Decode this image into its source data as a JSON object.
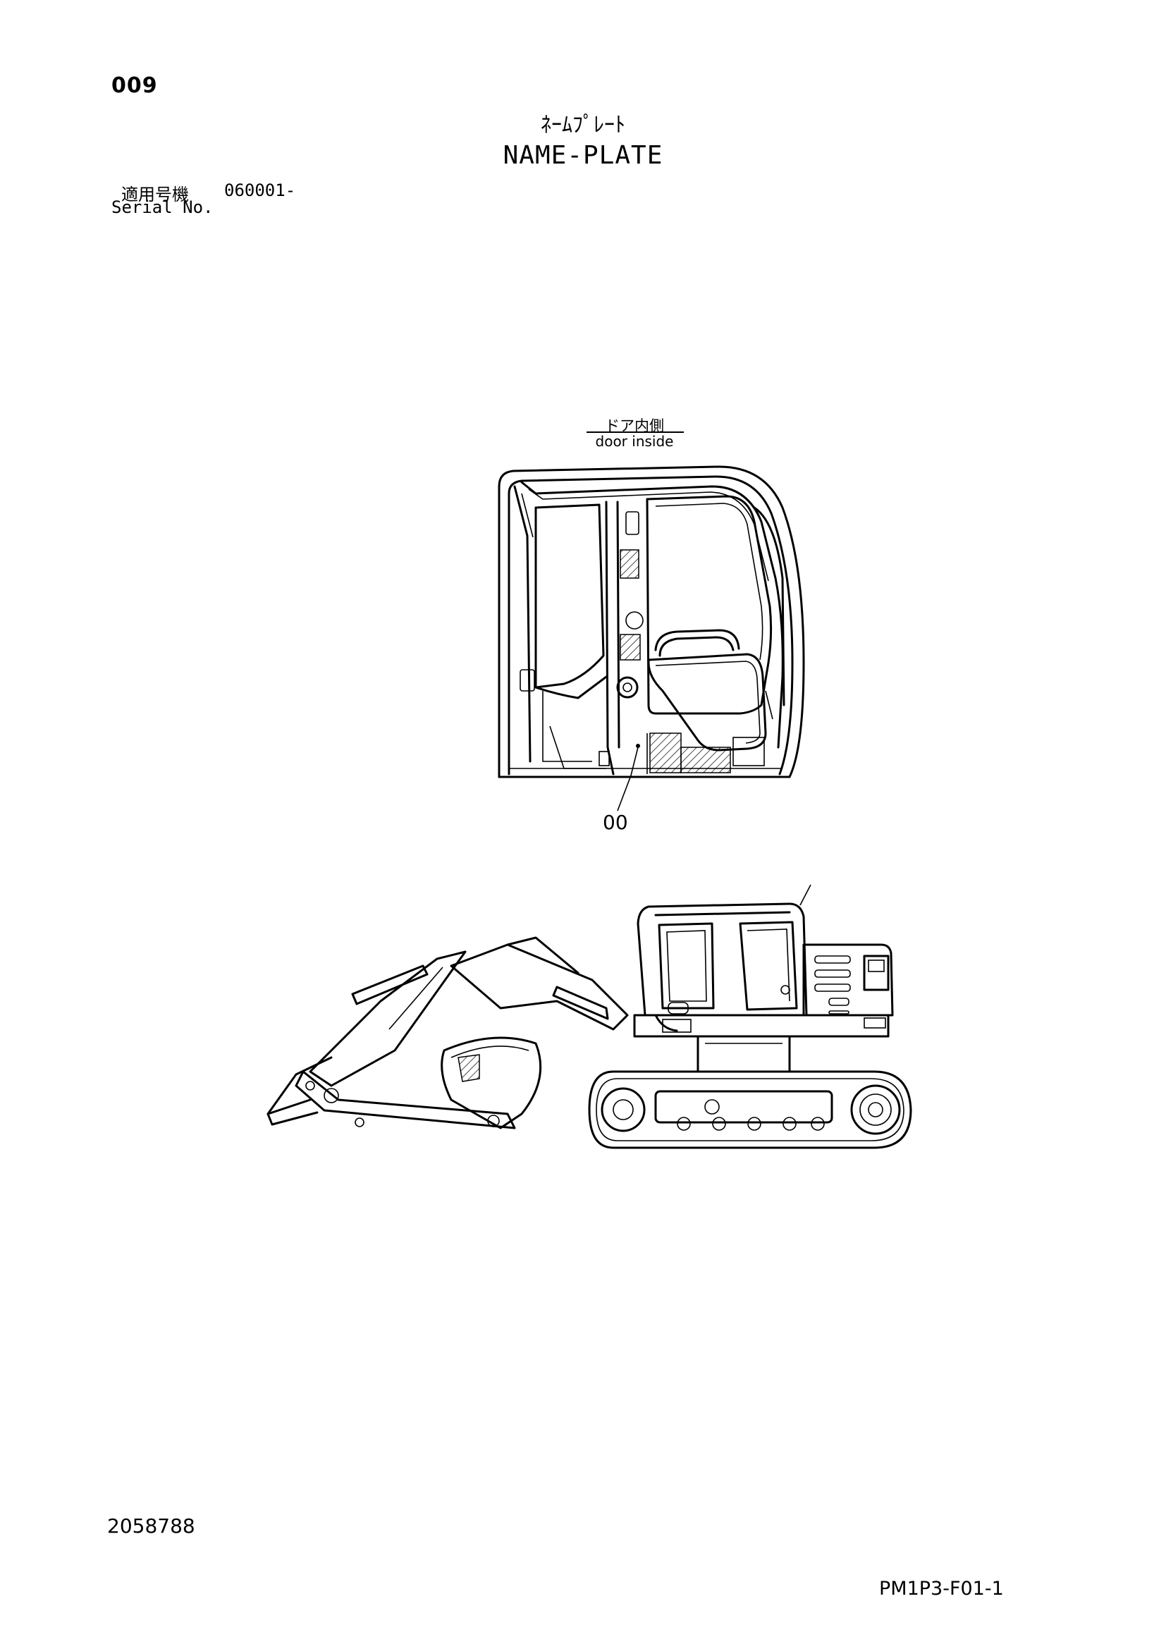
{
  "header": {
    "page_number": "009",
    "title_jp": "ﾈｰﾑﾌﾟﾚｰﾄ",
    "title_en": "NAME-PLATE"
  },
  "serial": {
    "label_jp": "適用号機",
    "value": "060001-",
    "label_en": "Serial No."
  },
  "cab_view": {
    "label_jp": "ドア内側",
    "label_en": "door inside",
    "callout": "00"
  },
  "footer": {
    "doc_number": "2058788",
    "drawing_code": "PM1P3-F01-1"
  }
}
